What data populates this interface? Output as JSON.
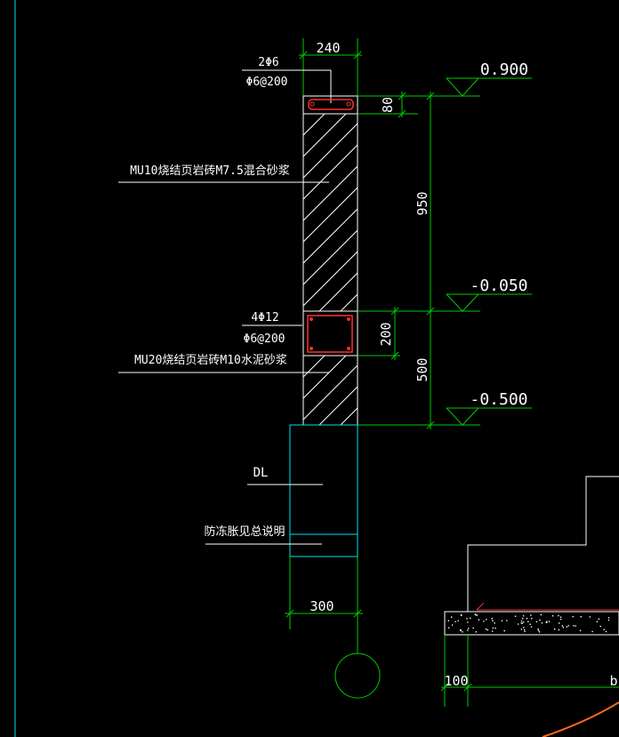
{
  "drawing": {
    "top_width": "240",
    "rebar_top_count": "2Φ6",
    "rebar_top_stirrup": "Φ6@200",
    "cap_height": "80",
    "wall_height_upper": "950",
    "brick_upper": "MU10烧结页岩砖M7.5混合砂浆",
    "elev_top": "0.900",
    "elev_mid": "-0.050",
    "elev_low": "-0.500",
    "beam_rebar": "4Φ12",
    "beam_stirrup": "Φ6@200",
    "beam_height": "200",
    "wall_height_lower": "500",
    "brick_lower": "MU20烧结页岩砖M10水泥砂浆",
    "footing_label": "DL",
    "frost_note": "防冻胀见总说明",
    "footing_width": "300",
    "edge_dim": "100",
    "edge_letter": "b"
  },
  "colors": {
    "background": "#000000",
    "wall": "#ffffff",
    "dimension": "#00cc00",
    "footing": "#00e5ee",
    "rebar": "#ff3030",
    "text": "#ffffff",
    "curve": "#ff6a1a"
  }
}
